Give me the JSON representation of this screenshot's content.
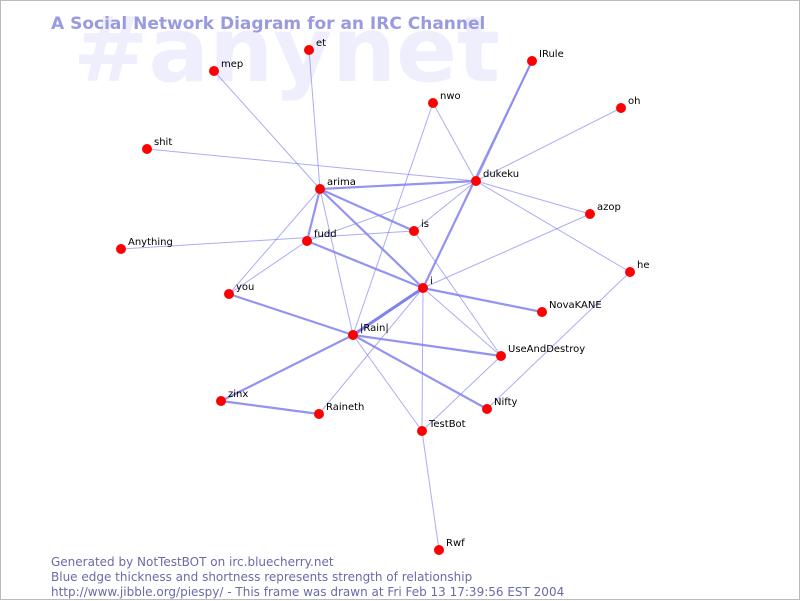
{
  "title": "A Social Network Diagram for an IRC Channel",
  "watermark": "#anynet",
  "footer": {
    "line1": "Generated by NotTestBOT on irc.bluecherry.net",
    "line2": "Blue edge thickness and shortness represents strength of relationship",
    "line3": "http://www.jibble.org/piespy/ - This frame was drawn at Fri Feb 13 17:39:56 EST 2004"
  },
  "colors": {
    "node": "#ff0000",
    "edge": "#8080ee",
    "title": "#9a9ae0",
    "watermark": "#eeeefd",
    "footer": "#6a6aa8"
  },
  "nodes": [
    {
      "id": "et",
      "label": "et"
    },
    {
      "id": "mep",
      "label": "mep"
    },
    {
      "id": "IRule",
      "label": "IRule"
    },
    {
      "id": "nwo",
      "label": "nwo"
    },
    {
      "id": "oh",
      "label": "oh"
    },
    {
      "id": "shit",
      "label": "shit"
    },
    {
      "id": "arima",
      "label": "arima"
    },
    {
      "id": "dukeku",
      "label": "dukeku"
    },
    {
      "id": "azop",
      "label": "azop"
    },
    {
      "id": "is",
      "label": "is"
    },
    {
      "id": "fudd",
      "label": "fudd"
    },
    {
      "id": "Anything",
      "label": "Anything"
    },
    {
      "id": "he",
      "label": "he"
    },
    {
      "id": "i",
      "label": "i"
    },
    {
      "id": "you",
      "label": "you"
    },
    {
      "id": "NovaKANE",
      "label": "NovaKANE"
    },
    {
      "id": "JRainJ",
      "label": "|Rain|"
    },
    {
      "id": "UseAndDestroy",
      "label": "UseAndDestroy"
    },
    {
      "id": "zinx",
      "label": "zinx"
    },
    {
      "id": "Raineth",
      "label": "Raineth"
    },
    {
      "id": "Nifty",
      "label": "Nifty"
    },
    {
      "id": "TestBot",
      "label": "TestBot"
    },
    {
      "id": "Rwf",
      "label": "Rwf"
    }
  ],
  "edges": [
    {
      "from": "et",
      "to": "arima",
      "weight": 1
    },
    {
      "from": "mep",
      "to": "arima",
      "weight": 1
    },
    {
      "from": "shit",
      "to": "dukeku",
      "weight": 1
    },
    {
      "from": "arima",
      "to": "dukeku",
      "weight": 2
    },
    {
      "from": "arima",
      "to": "fudd",
      "weight": 2
    },
    {
      "from": "arima",
      "to": "is",
      "weight": 2
    },
    {
      "from": "arima",
      "to": "i",
      "weight": 2
    },
    {
      "from": "arima",
      "to": "JRainJ",
      "weight": 1
    },
    {
      "from": "arima",
      "to": "you",
      "weight": 1
    },
    {
      "from": "IRule",
      "to": "dukeku",
      "weight": 1
    },
    {
      "from": "IRule",
      "to": "i",
      "weight": 2
    },
    {
      "from": "oh",
      "to": "dukeku",
      "weight": 1
    },
    {
      "from": "nwo",
      "to": "dukeku",
      "weight": 1
    },
    {
      "from": "nwo",
      "to": "JRainJ",
      "weight": 1
    },
    {
      "from": "dukeku",
      "to": "fudd",
      "weight": 1
    },
    {
      "from": "dukeku",
      "to": "is",
      "weight": 1
    },
    {
      "from": "dukeku",
      "to": "azop",
      "weight": 1
    },
    {
      "from": "dukeku",
      "to": "he",
      "weight": 1
    },
    {
      "from": "azop",
      "to": "i",
      "weight": 1
    },
    {
      "from": "Anything",
      "to": "is",
      "weight": 1
    },
    {
      "from": "fudd",
      "to": "i",
      "weight": 2
    },
    {
      "from": "fudd",
      "to": "you",
      "weight": 1
    },
    {
      "from": "is",
      "to": "UseAndDestroy",
      "weight": 1
    },
    {
      "from": "i",
      "to": "JRainJ",
      "weight": 3
    },
    {
      "from": "i",
      "to": "NovaKANE",
      "weight": 2
    },
    {
      "from": "i",
      "to": "TestBot",
      "weight": 1
    },
    {
      "from": "i",
      "to": "UseAndDestroy",
      "weight": 1
    },
    {
      "from": "i",
      "to": "Raineth",
      "weight": 1
    },
    {
      "from": "you",
      "to": "JRainJ",
      "weight": 2
    },
    {
      "from": "JRainJ",
      "to": "UseAndDestroy",
      "weight": 2
    },
    {
      "from": "JRainJ",
      "to": "zinx",
      "weight": 2
    },
    {
      "from": "JRainJ",
      "to": "Nifty",
      "weight": 2
    },
    {
      "from": "JRainJ",
      "to": "TestBot",
      "weight": 1
    },
    {
      "from": "zinx",
      "to": "Raineth",
      "weight": 2
    },
    {
      "from": "UseAndDestroy",
      "to": "TestBot",
      "weight": 1
    },
    {
      "from": "Nifty",
      "to": "he",
      "weight": 1
    },
    {
      "from": "TestBot",
      "to": "Rwf",
      "weight": 1
    }
  ]
}
